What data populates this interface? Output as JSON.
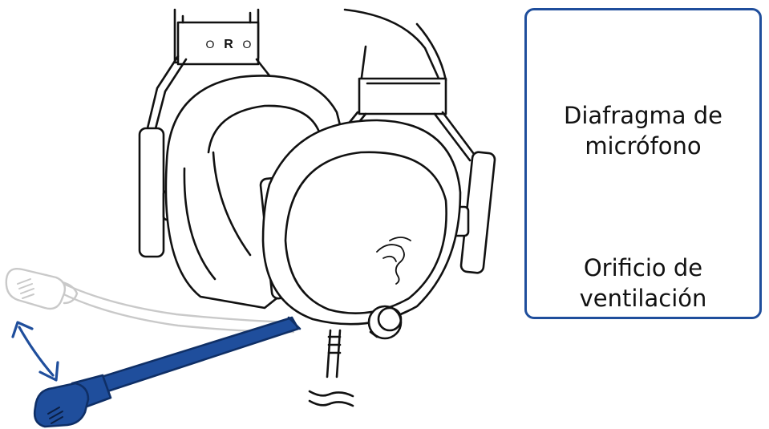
{
  "figure": {
    "ear_marking": {
      "left_dot": "O",
      "letter": "R",
      "right_dot": "O"
    },
    "accent_color": "#1f4e9c"
  },
  "panel": {
    "mic_diaphragm": {
      "line1": "Diafragma de",
      "line2": "micrófono"
    },
    "vent_hole": {
      "line1": "Orificio de",
      "line2": "ventilación"
    }
  }
}
